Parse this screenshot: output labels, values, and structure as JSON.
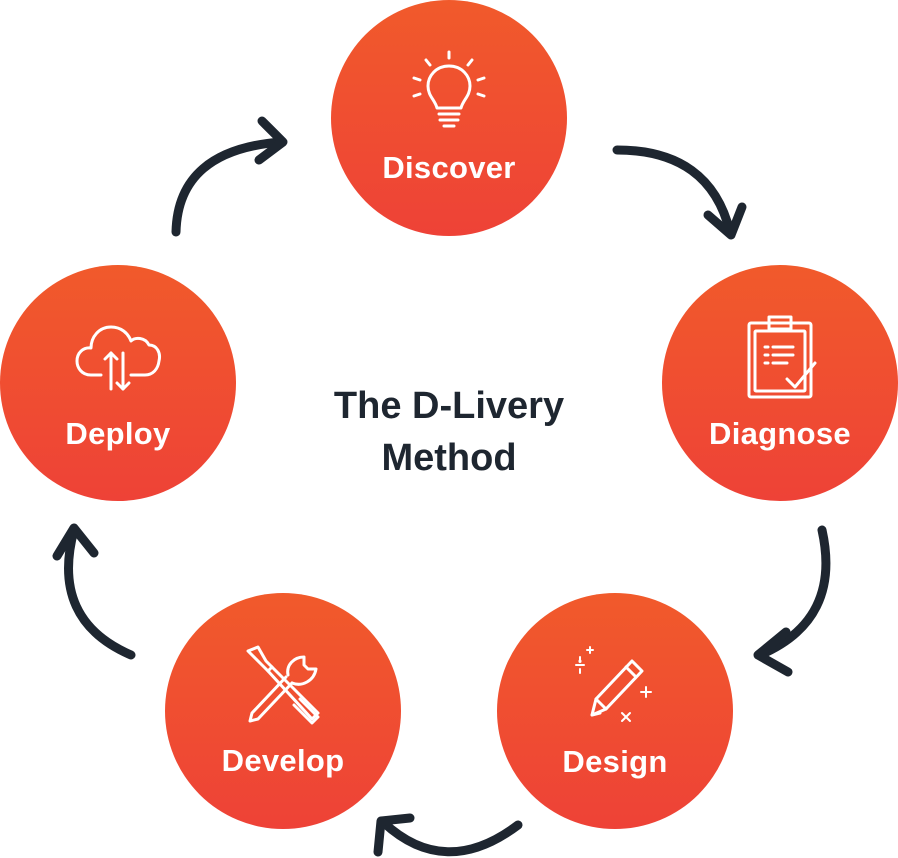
{
  "diagram": {
    "title_line1": "The D-Livery",
    "title_line2": "Method",
    "colors": {
      "node_fill_top": "#f15a2b",
      "node_fill_bottom": "#ee4237",
      "arrow": "#1e2630",
      "title": "#1e2630"
    },
    "steps": [
      {
        "label": "Discover",
        "icon": "lightbulb-icon"
      },
      {
        "label": "Diagnose",
        "icon": "clipboard-check-icon"
      },
      {
        "label": "Design",
        "icon": "pencil-sparkle-icon"
      },
      {
        "label": "Develop",
        "icon": "tools-icon"
      },
      {
        "label": "Deploy",
        "icon": "cloud-transfer-icon"
      }
    ]
  }
}
